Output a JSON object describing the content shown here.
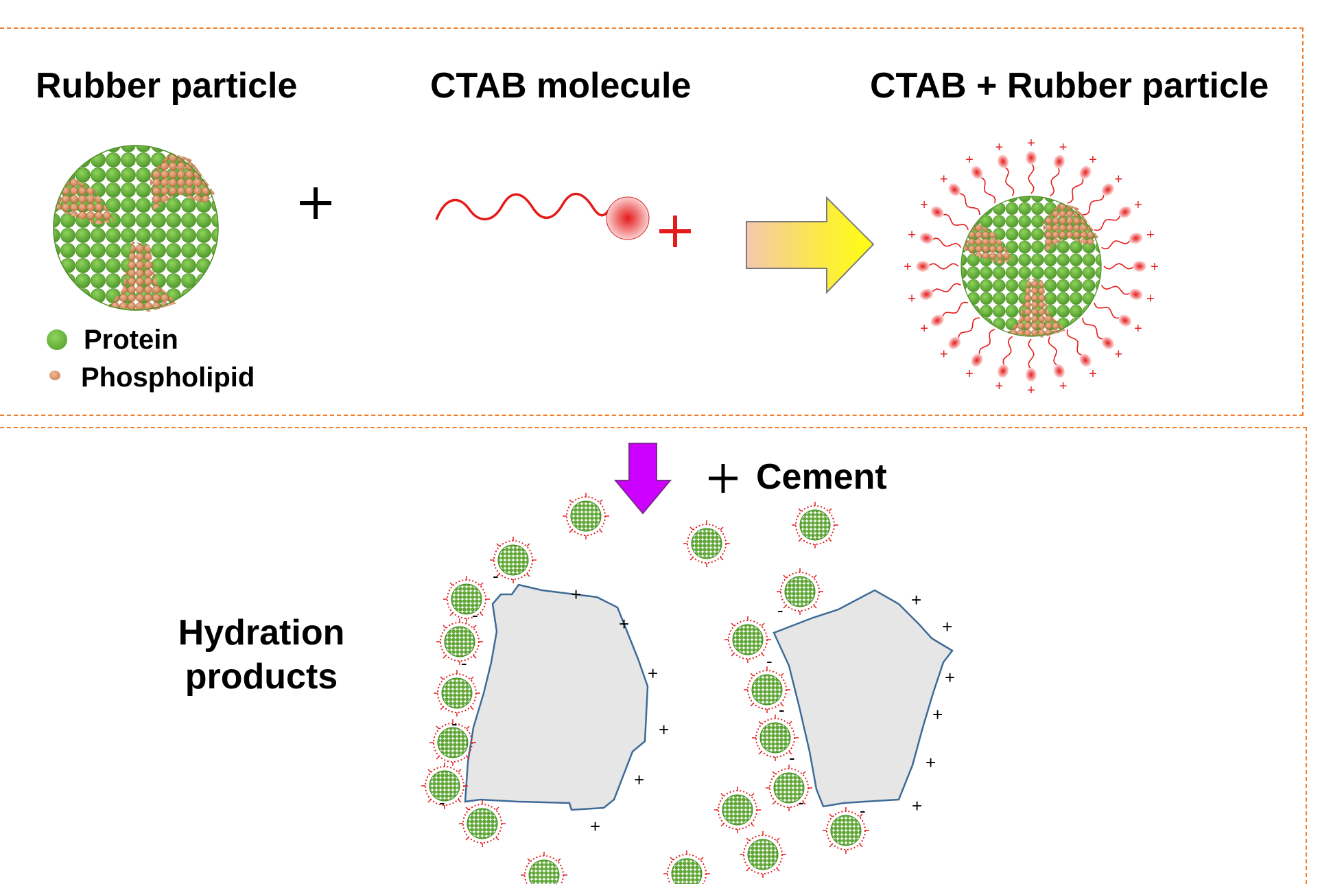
{
  "titles": {
    "rubber": "Rubber particle",
    "ctab": "CTAB molecule",
    "combined": "CTAB + Rubber particle"
  },
  "legend": {
    "protein": "Protein",
    "phospholipid": "Phospholipid"
  },
  "bottom": {
    "cement": "+ Cement",
    "hydration_line1": "Hydration",
    "hydration_line2": "products"
  },
  "colors": {
    "panel_border": "#ef7f2a",
    "protein": "#6db33f",
    "phospholipid": "#d8956a",
    "ctab": "#e51a1a",
    "purple_arrow": "#cc00ff",
    "cement_fill": "#e6e6e6",
    "cement_stroke": "#3d6a96"
  }
}
